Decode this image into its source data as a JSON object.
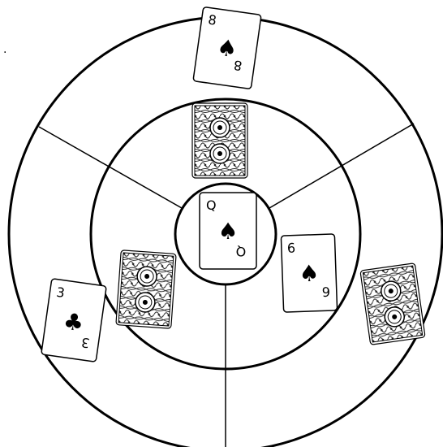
{
  "board": {
    "stray_mark": ".",
    "rings": 3,
    "sectors": 3
  },
  "cards": [
    {
      "id": "top-outer",
      "face_up": true,
      "rank": "8",
      "suit": "♠",
      "suit_name": "spades"
    },
    {
      "id": "top-inner",
      "face_up": false
    },
    {
      "id": "center",
      "face_up": true,
      "rank": "Q",
      "suit": "♠",
      "suit_name": "spades"
    },
    {
      "id": "right-inner",
      "face_up": true,
      "rank": "6",
      "suit": "♠",
      "suit_name": "spades"
    },
    {
      "id": "right-outer",
      "face_up": false
    },
    {
      "id": "left-inner",
      "face_up": false
    },
    {
      "id": "left-outer",
      "face_up": true,
      "rank": "3",
      "suit": "♣",
      "suit_name": "clubs"
    }
  ]
}
